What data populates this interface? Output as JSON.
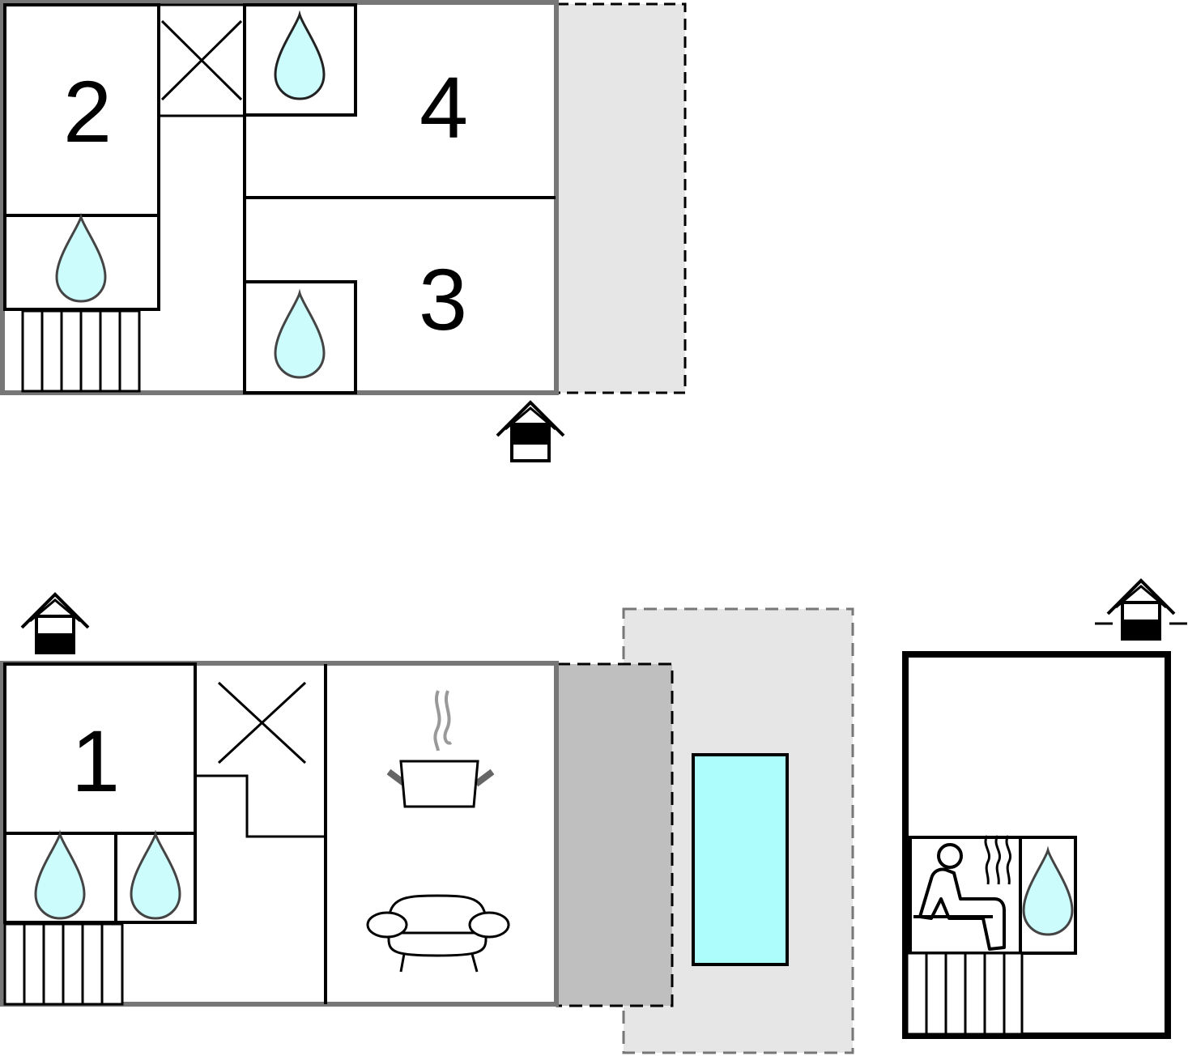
{
  "colors": {
    "wall_gray": "#777777",
    "terrace_light": "#e6e6e6",
    "terrace_dark": "#bfbfbf",
    "water": "#ccfcfc",
    "pool": "#adfdfd",
    "line": "#000000"
  },
  "upper_floor": {
    "rooms": [
      {
        "label": "2",
        "type": "bedroom"
      },
      {
        "label": "4",
        "type": "bedroom"
      },
      {
        "label": "3",
        "type": "bedroom"
      }
    ],
    "bathroom_icons": [
      "water-drop-icon",
      "water-drop-icon",
      "water-drop-icon"
    ],
    "stairs_icon": "stairs-icon",
    "void_icon": "x-cross-icon",
    "entrance_icon": "house-entrance-icon"
  },
  "ground_floor": {
    "rooms": [
      {
        "label": "1",
        "type": "bedroom"
      }
    ],
    "bathroom_icons": [
      "water-drop-icon",
      "water-drop-icon"
    ],
    "kitchen_icon": "cooking-pot-icon",
    "living_icon": "sofa-icon",
    "pool_icon": "swimming-pool",
    "entrance_icon": "house-entrance-icon"
  },
  "annex": {
    "sauna_icon": "sauna-person-icon",
    "steam_icon": "steam-icon",
    "shower_icon": "water-drop-icon",
    "entrance_icon": "house-entrance-icon"
  }
}
